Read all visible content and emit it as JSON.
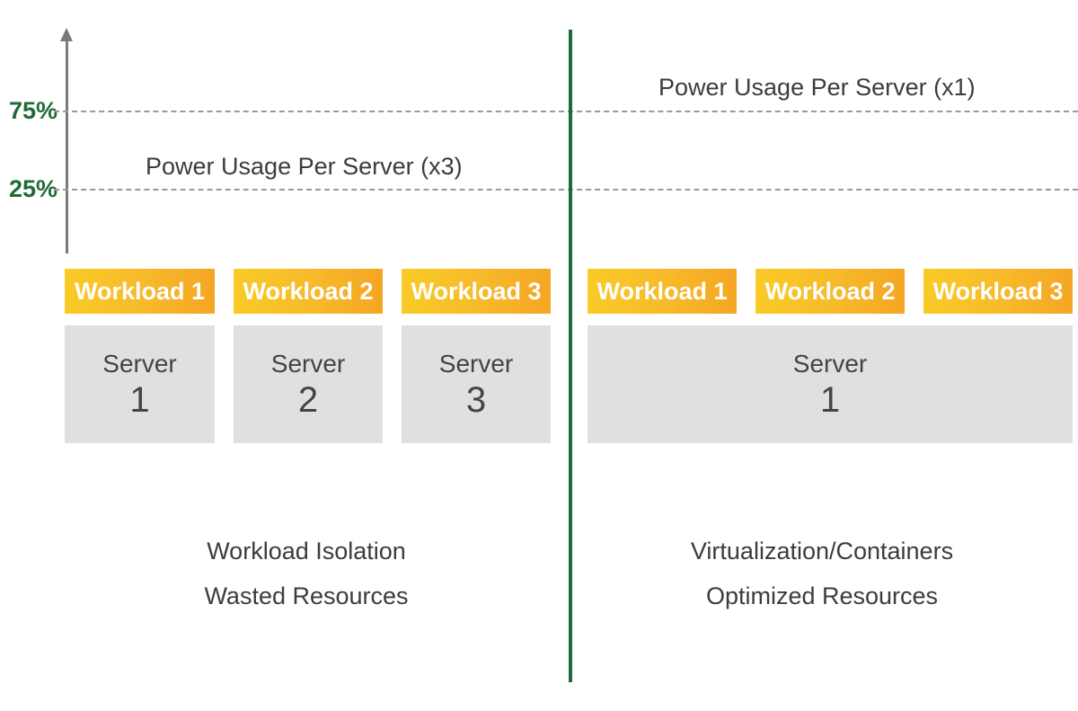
{
  "axis": {
    "ticks": [
      "75%",
      "25%"
    ]
  },
  "left": {
    "power_label": "Power Usage Per Server (x3)",
    "workloads": [
      "Workload 1",
      "Workload 2",
      "Workload 3"
    ],
    "servers": [
      {
        "label": "Server",
        "number": "1"
      },
      {
        "label": "Server",
        "number": "2"
      },
      {
        "label": "Server",
        "number": "3"
      }
    ],
    "caption_line1": "Workload Isolation",
    "caption_line2": "Wasted Resources"
  },
  "right": {
    "power_label": "Power Usage Per Server (x1)",
    "workloads": [
      "Workload 1",
      "Workload 2",
      "Workload 3"
    ],
    "server": {
      "label": "Server",
      "number": "1"
    },
    "caption_line1": "Virtualization/Containers",
    "caption_line2": "Optimized Resources"
  },
  "colors": {
    "accent_green": "#1e6a39",
    "workload_yellow": "#f9c027",
    "server_gray": "#e0e0e0"
  }
}
